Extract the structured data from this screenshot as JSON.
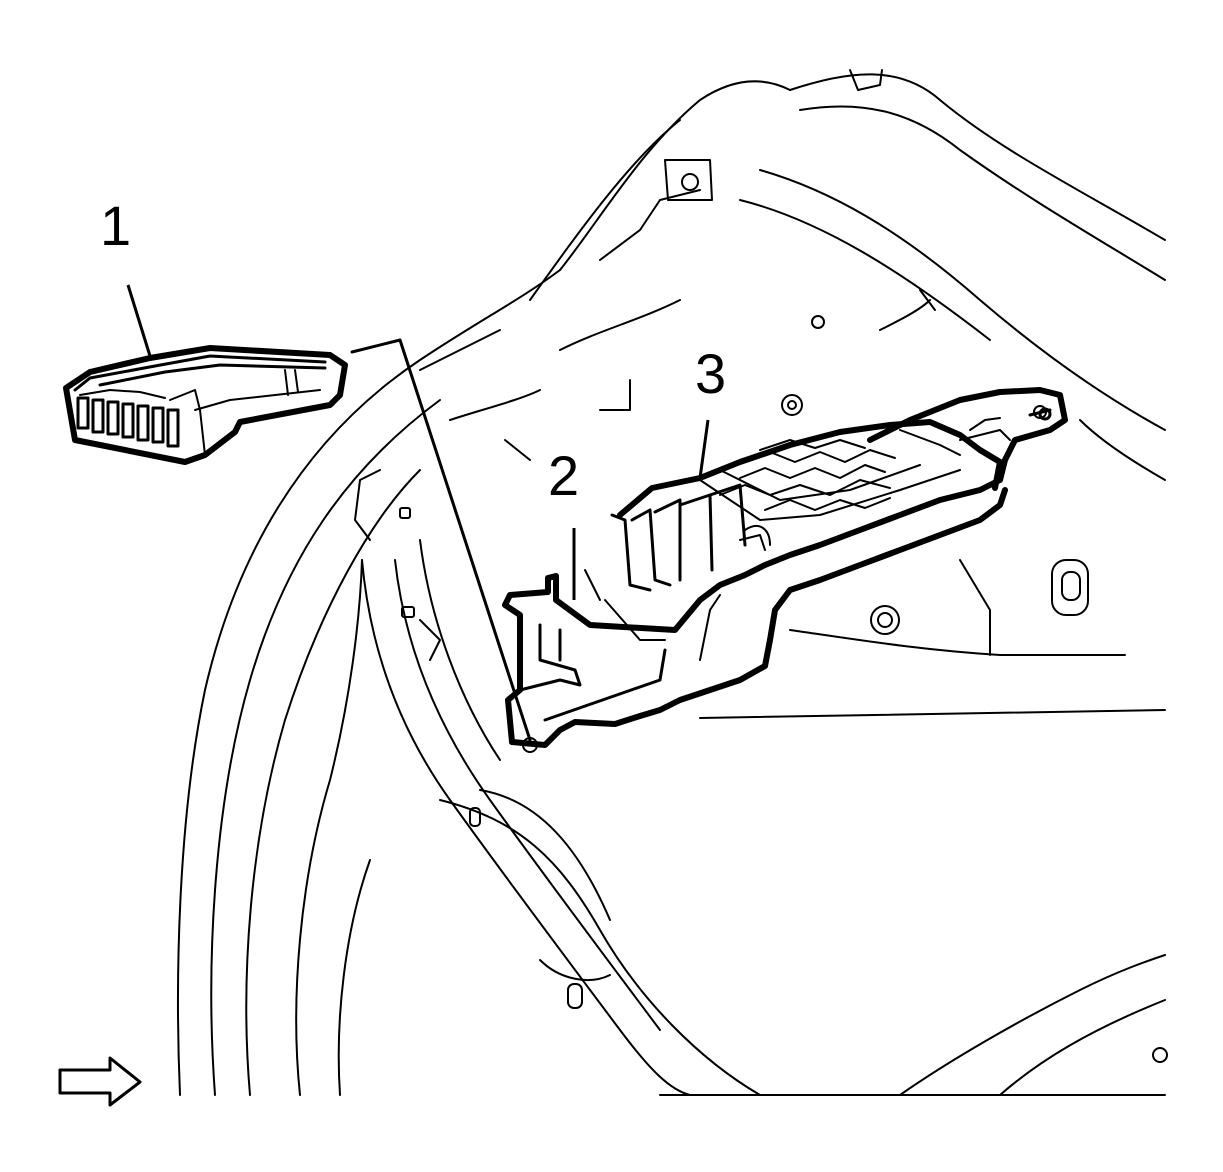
{
  "callouts": [
    {
      "id": "1",
      "label": "1"
    },
    {
      "id": "2",
      "label": "2"
    },
    {
      "id": "3",
      "label": "3"
    }
  ],
  "colors": {
    "line": "#000000",
    "background": "#ffffff"
  },
  "icons": {
    "view_arrow": "arrow-right-outline-icon"
  }
}
